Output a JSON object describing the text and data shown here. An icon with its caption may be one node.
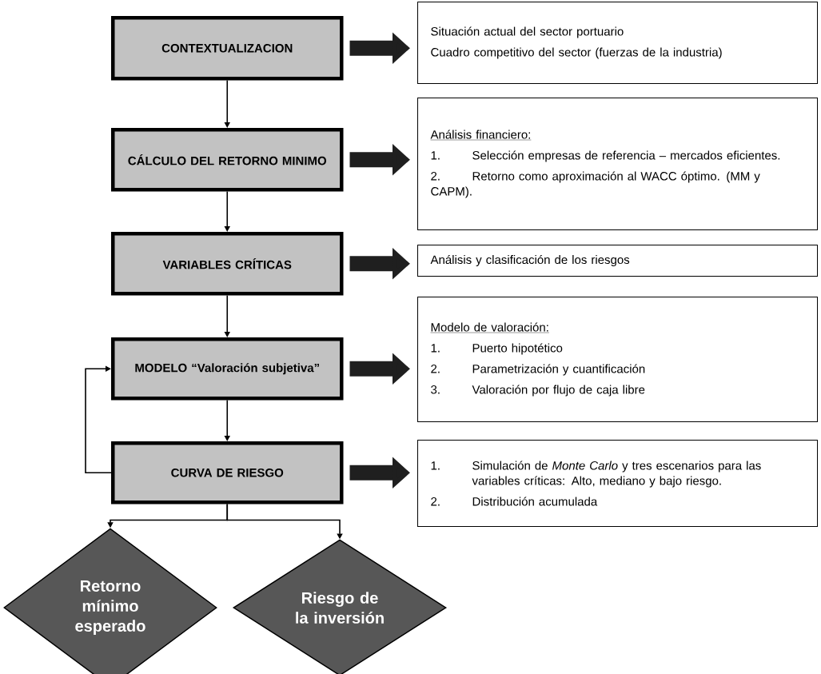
{
  "diagram": {
    "nodes": [
      {
        "text": [
          "CONTEXTUALIZACION"
        ]
      },
      {
        "text": [
          "Situación actual del sector portuario",
          "Cuadro competitivo del sector (fuerzas de la industria)"
        ]
      },
      {
        "text": [
          "CÁLCULO DEL RETORNO MINIMO"
        ]
      },
      {
        "text": [
          "Análisis financiero:",
          "1.",
          "Selección empresas de referencia – mercados eficientes.",
          "2.",
          "Retorno como aproximación al WACC óptimo. (MM y CAPM)."
        ]
      },
      {
        "text": [
          "VARIABLES CRÍTICAS"
        ]
      },
      {
        "text": [
          "Análisis y clasificación de los riesgos"
        ]
      },
      {
        "text": [
          "MODELO “Valoración subjetiva”"
        ]
      },
      {
        "text": [
          "Modelo de valoración:",
          "1.",
          "Puerto hipotético",
          "2.",
          "Parametrización y cuantificación",
          "3.",
          "Valoración por flujo de caja libre"
        ]
      },
      {
        "text": [
          "CURVA DE RIESGO"
        ]
      },
      {
        "text": [
          "1.",
          "Simulación de *Monte Carlo* y tres escenarios para las variables críticas: Alto, mediano y bajo riesgo.",
          "2.",
          "Distribución acumulada"
        ]
      },
      {
        "text": [
          "Retorno mínimo esperado"
        ]
      },
      {
        "text": [
          "Riesgo de la inversión"
        ]
      }
    ],
    "edges": [
      {
        "from": 0,
        "to": 2,
        "arrow": "to"
      },
      {
        "from": 2,
        "to": 4,
        "arrow": "to"
      },
      {
        "from": 4,
        "to": 6,
        "arrow": "to"
      },
      {
        "from": 6,
        "to": 8,
        "arrow": "to"
      },
      {
        "from": 8,
        "to": 6,
        "arrow": "to"
      },
      {
        "from": 8,
        "to": 10,
        "arrow": "to"
      },
      {
        "from": 8,
        "to": 11,
        "arrow": "to"
      },
      {
        "from": 0,
        "to": 1,
        "arrow": "to",
        "style": "thick"
      },
      {
        "from": 2,
        "to": 3,
        "arrow": "to",
        "style": "thick"
      },
      {
        "from": 4,
        "to": 5,
        "arrow": "to",
        "style": "thick"
      },
      {
        "from": 6,
        "to": 7,
        "arrow": "to",
        "style": "thick"
      },
      {
        "from": 8,
        "to": 9,
        "arrow": "to",
        "style": "thick"
      }
    ]
  }
}
